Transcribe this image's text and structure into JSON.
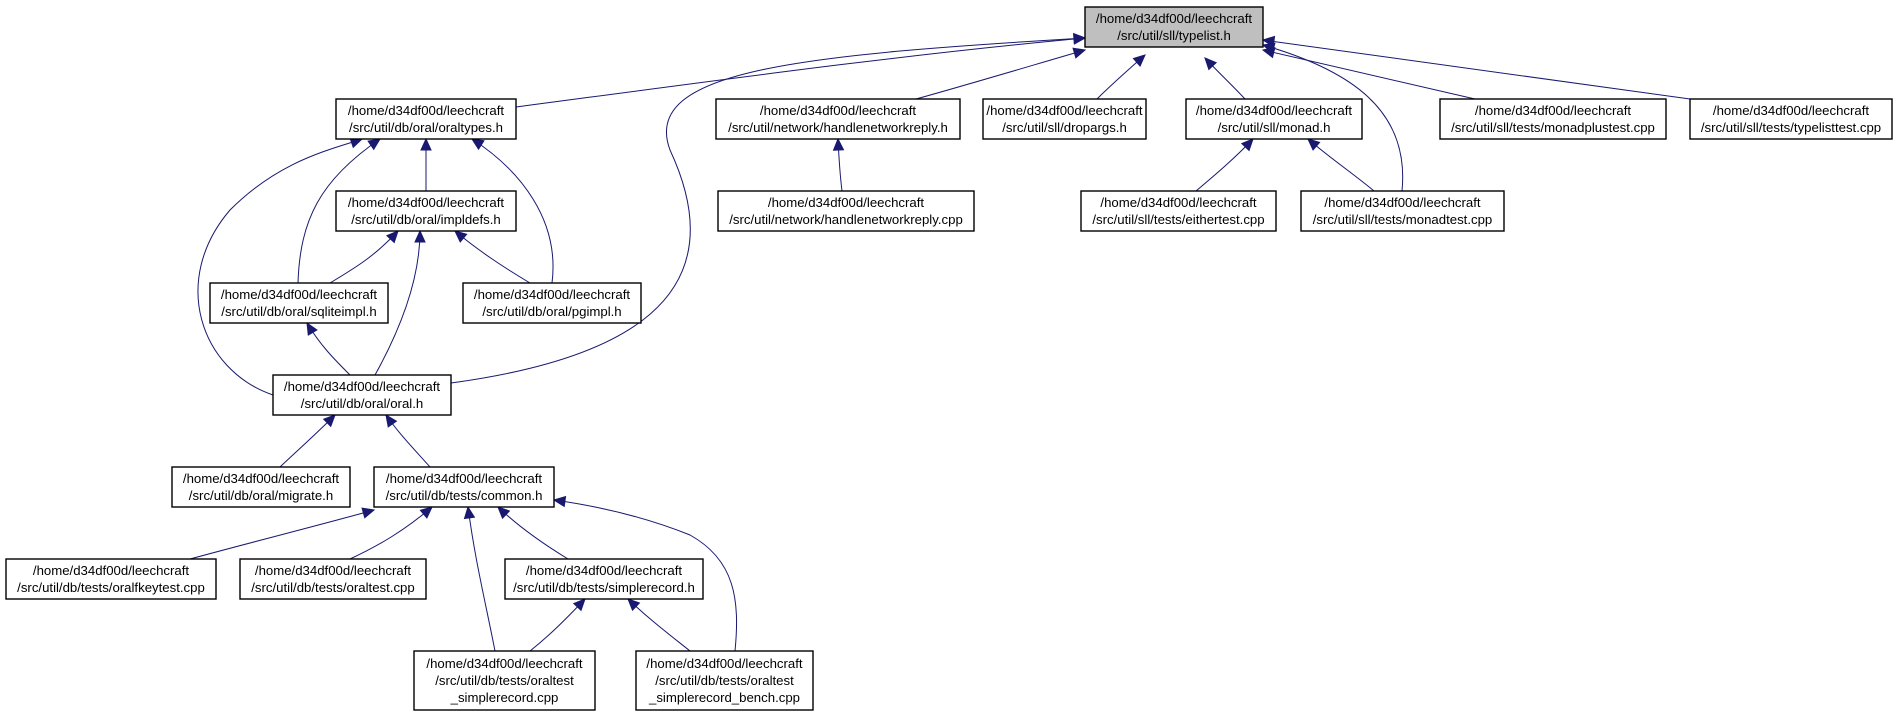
{
  "diagram": {
    "type": "include-dependency-graph",
    "colors": {
      "edge": "#191970",
      "root_fill": "#bfbfbf",
      "node_fill": "#ffffff",
      "node_border": "#000000"
    },
    "nodes": [
      {
        "id": "typelist",
        "lines": [
          "/home/d34df00d/leechcraft",
          "/src/util/sll/typelist.h"
        ],
        "root": true
      },
      {
        "id": "oraltypes",
        "lines": [
          "/home/d34df00d/leechcraft",
          "/src/util/db/oral/oraltypes.h"
        ]
      },
      {
        "id": "handlereply_h",
        "lines": [
          "/home/d34df00d/leechcraft",
          "/src/util/network/handlenetworkreply.h"
        ]
      },
      {
        "id": "dropargs",
        "lines": [
          "/home/d34df00d/leechcraft",
          "/src/util/sll/dropargs.h"
        ]
      },
      {
        "id": "monad",
        "lines": [
          "/home/d34df00d/leechcraft",
          "/src/util/sll/monad.h"
        ]
      },
      {
        "id": "monadplustest",
        "lines": [
          "/home/d34df00d/leechcraft",
          "/src/util/sll/tests/monadplustest.cpp"
        ]
      },
      {
        "id": "typelisttest",
        "lines": [
          "/home/d34df00d/leechcraft",
          "/src/util/sll/tests/typelisttest.cpp"
        ]
      },
      {
        "id": "impldefs",
        "lines": [
          "/home/d34df00d/leechcraft",
          "/src/util/db/oral/impldefs.h"
        ]
      },
      {
        "id": "handlereply_cpp",
        "lines": [
          "/home/d34df00d/leechcraft",
          "/src/util/network/handlenetworkreply.cpp"
        ]
      },
      {
        "id": "eithertest",
        "lines": [
          "/home/d34df00d/leechcraft",
          "/src/util/sll/tests/eithertest.cpp"
        ]
      },
      {
        "id": "monadtest",
        "lines": [
          "/home/d34df00d/leechcraft",
          "/src/util/sll/tests/monadtest.cpp"
        ]
      },
      {
        "id": "sqliteimpl",
        "lines": [
          "/home/d34df00d/leechcraft",
          "/src/util/db/oral/sqliteimpl.h"
        ]
      },
      {
        "id": "pgimpl",
        "lines": [
          "/home/d34df00d/leechcraft",
          "/src/util/db/oral/pgimpl.h"
        ]
      },
      {
        "id": "oral",
        "lines": [
          "/home/d34df00d/leechcraft",
          "/src/util/db/oral/oral.h"
        ]
      },
      {
        "id": "migrate",
        "lines": [
          "/home/d34df00d/leechcraft",
          "/src/util/db/oral/migrate.h"
        ]
      },
      {
        "id": "common",
        "lines": [
          "/home/d34df00d/leechcraft",
          "/src/util/db/tests/common.h"
        ]
      },
      {
        "id": "oralfkeytest",
        "lines": [
          "/home/d34df00d/leechcraft",
          "/src/util/db/tests/oralfkeytest.cpp"
        ]
      },
      {
        "id": "oraltest",
        "lines": [
          "/home/d34df00d/leechcraft",
          "/src/util/db/tests/oraltest.cpp"
        ]
      },
      {
        "id": "simplerecord",
        "lines": [
          "/home/d34df00d/leechcraft",
          "/src/util/db/tests/simplerecord.h"
        ]
      },
      {
        "id": "oraltest_sr",
        "lines": [
          "/home/d34df00d/leechcraft",
          "/src/util/db/tests/oraltest",
          "_simplerecord.cpp"
        ]
      },
      {
        "id": "oraltest_srb",
        "lines": [
          "/home/d34df00d/leechcraft",
          "/src/util/db/tests/oraltest",
          "_simplerecord_bench.cpp"
        ]
      }
    ],
    "edges": [
      {
        "from": "oraltypes",
        "to": "typelist"
      },
      {
        "from": "handlereply_h",
        "to": "typelist"
      },
      {
        "from": "dropargs",
        "to": "typelist"
      },
      {
        "from": "monad",
        "to": "typelist"
      },
      {
        "from": "monadplustest",
        "to": "typelist"
      },
      {
        "from": "typelisttest",
        "to": "typelist"
      },
      {
        "from": "oral",
        "to": "typelist"
      },
      {
        "from": "monadtest",
        "to": "typelist"
      },
      {
        "from": "impldefs",
        "to": "oraltypes"
      },
      {
        "from": "sqliteimpl",
        "to": "oraltypes"
      },
      {
        "from": "pgimpl",
        "to": "oraltypes"
      },
      {
        "from": "oral",
        "to": "oraltypes"
      },
      {
        "from": "sqliteimpl",
        "to": "impldefs"
      },
      {
        "from": "pgimpl",
        "to": "impldefs"
      },
      {
        "from": "oral",
        "to": "impldefs"
      },
      {
        "from": "oral",
        "to": "sqliteimpl"
      },
      {
        "from": "handlereply_cpp",
        "to": "handlereply_h"
      },
      {
        "from": "eithertest",
        "to": "monad"
      },
      {
        "from": "monadtest",
        "to": "monad"
      },
      {
        "from": "migrate",
        "to": "oral"
      },
      {
        "from": "common",
        "to": "oral"
      },
      {
        "from": "oralfkeytest",
        "to": "common"
      },
      {
        "from": "oraltest",
        "to": "common"
      },
      {
        "from": "simplerecord",
        "to": "common"
      },
      {
        "from": "oraltest_sr",
        "to": "common"
      },
      {
        "from": "oraltest_srb",
        "to": "common"
      },
      {
        "from": "oraltest_sr",
        "to": "simplerecord"
      },
      {
        "from": "oraltest_srb",
        "to": "simplerecord"
      }
    ]
  }
}
